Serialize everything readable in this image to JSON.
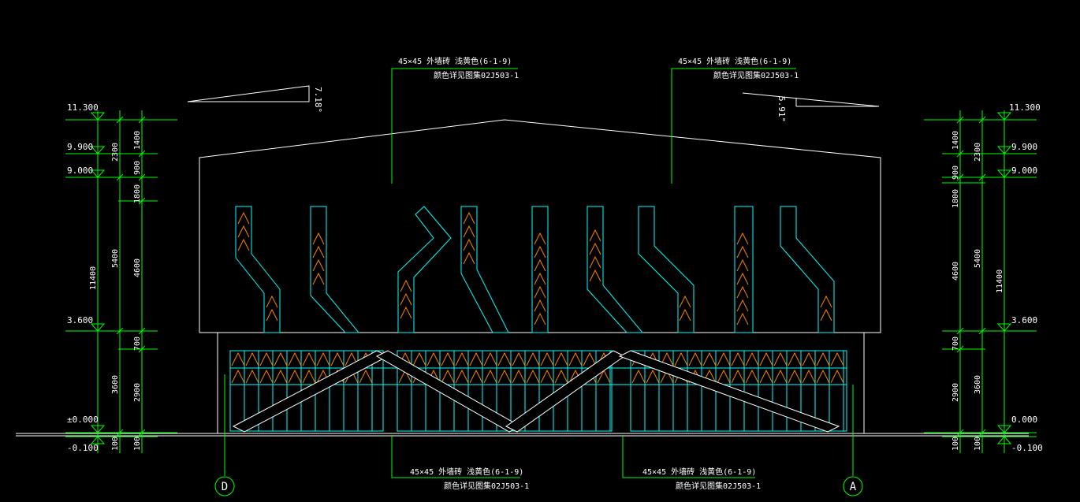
{
  "colors": {
    "background": "#000000",
    "outline": "#ffffff",
    "dimension": "#00ff00",
    "glass": "#00ffff",
    "hatch": "#ff8000"
  },
  "callouts": {
    "top_left_line1": "45×45 外墙砖 浅黄色(6-1-9)",
    "top_left_line2": "颜色详见图集02J503-1",
    "top_right_line1": "45×45 外墙砖 浅黄色(6-1-9)",
    "top_right_line2": "颜色详见图集02J503-1",
    "bottom_left_line1": "45×45 外墙砖 浅黄色(6-1-9)",
    "bottom_left_line2": "颜色详见图集02J503-1",
    "bottom_right_line1": "45×45 外墙砖 浅黄色(6-1-9)",
    "bottom_right_line2": "颜色详见图集02J503-1"
  },
  "slopes": {
    "left": "7.18°",
    "right": "5.91°"
  },
  "elevations_left": {
    "e11300": "11.300",
    "e9900": "9.900",
    "e9000": "9.000",
    "e3600": "3.600",
    "e0": "±0.000",
    "em0100": "-0.100"
  },
  "elevations_right": {
    "e11300": "11.300",
    "e9900": "9.900",
    "e9000": "9.000",
    "e3600": "3.600",
    "e0": "0.000",
    "em0100": "-0.100"
  },
  "dimensions": {
    "total": "11400",
    "upper": "5400",
    "lower": "3600",
    "top": "2300",
    "d1400": "1400",
    "d900": "900",
    "d1800": "1800",
    "d4600": "4600",
    "d700": "700",
    "d2900": "2900",
    "d100": "100"
  },
  "axes": {
    "left": "D",
    "right": "A"
  }
}
